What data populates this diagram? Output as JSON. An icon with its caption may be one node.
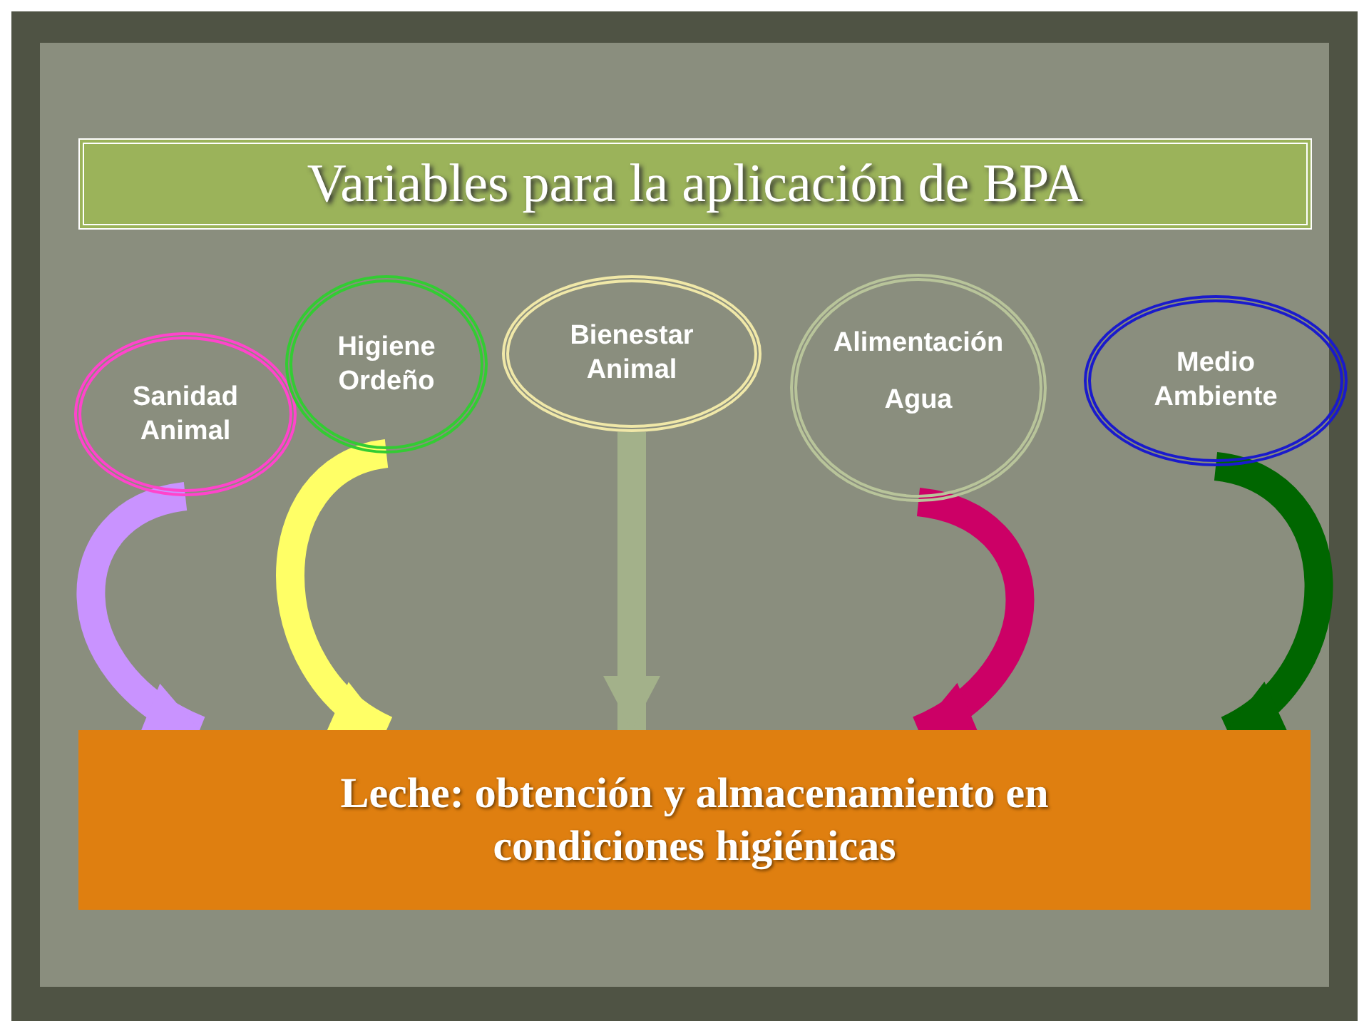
{
  "diagram": {
    "title": "Variables para la aplicación de BPA",
    "nodes": [
      {
        "text": [
          "Sanidad Animal"
        ]
      },
      {
        "text": [
          "Higiene",
          "Ordeño"
        ]
      },
      {
        "text": [
          "Bienestar Animal"
        ]
      },
      {
        "text": [
          "Alimentación",
          "Agua"
        ]
      },
      {
        "text": [
          "Medio Ambiente"
        ]
      },
      {
        "text": [
          "Leche: obtención y almacenamiento en condiciones higiénicas"
        ]
      }
    ],
    "edges": [
      {
        "from": 0,
        "to": 5,
        "arrow": "to",
        "color": "#c993ff"
      },
      {
        "from": 1,
        "to": 5,
        "arrow": "to",
        "color": "#ffff66"
      },
      {
        "from": 2,
        "to": 5,
        "arrow": "to",
        "color": "#a3b18a"
      },
      {
        "from": 3,
        "to": 5,
        "arrow": "to",
        "color": "#cc0066"
      },
      {
        "from": 4,
        "to": 5,
        "arrow": "to",
        "color": "#006600"
      }
    ]
  }
}
